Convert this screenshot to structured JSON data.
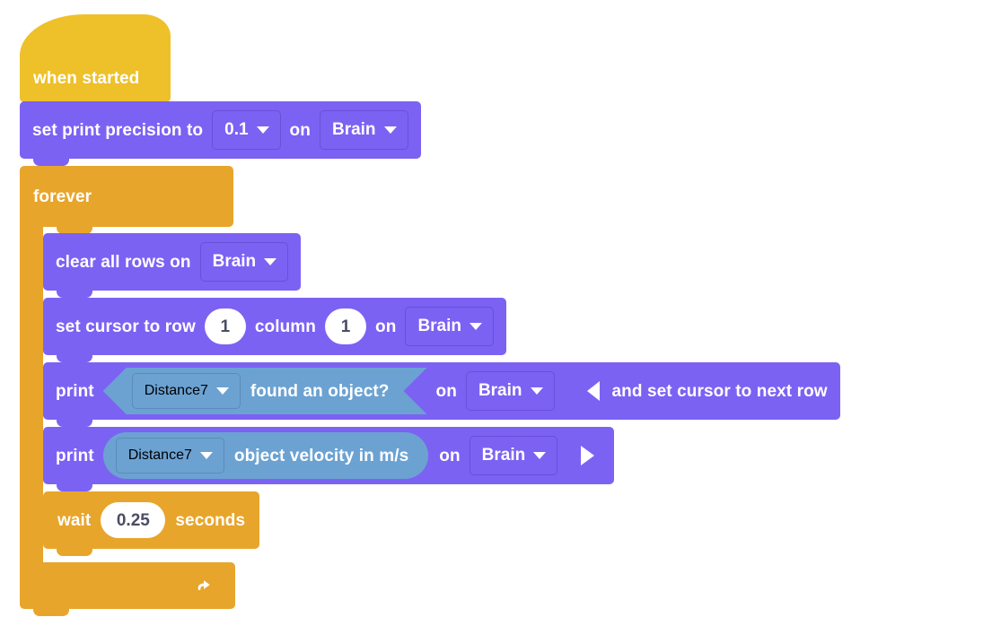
{
  "workspace": {
    "name": "VEXcode block workspace",
    "background_color": "#ffffff"
  },
  "palette": {
    "event_yellow": "#eec02a",
    "control_orange": "#e8a52b",
    "brain_purple": "#7c62f3",
    "sensing_blue": "#6ba2d2",
    "text_white": "#ffffff",
    "number_text": "#4a4d63"
  },
  "blocks": {
    "hat": {
      "label": "when started",
      "type": "event-hat"
    },
    "set_print_precision": {
      "label_before": "set print precision to",
      "precision_value": "0.1",
      "label_on": "on",
      "device_value": "Brain"
    },
    "forever": {
      "label": "forever",
      "loop_icon": "loop-arrow-icon"
    },
    "clear_all_rows": {
      "label_before": "clear all rows on",
      "device_value": "Brain"
    },
    "set_cursor": {
      "label_before": "set cursor to row",
      "row_value": "1",
      "label_middle": "column",
      "column_value": "1",
      "label_on": "on",
      "device_value": "Brain"
    },
    "print_found_object": {
      "label_print": "print",
      "sensor_value": "Distance7",
      "sensor_property": "found an object?",
      "label_on": "on",
      "device_value": "Brain",
      "arrow_icon": "triangle-left-icon",
      "trailing_label": "and set cursor to next row"
    },
    "print_object_velocity": {
      "label_print": "print",
      "sensor_value": "Distance7",
      "sensor_property": "object velocity in m/s",
      "label_on": "on",
      "device_value": "Brain",
      "arrow_icon": "triangle-right-icon"
    },
    "wait": {
      "label_before": "wait",
      "seconds_value": "0.25",
      "label_after": "seconds"
    }
  }
}
